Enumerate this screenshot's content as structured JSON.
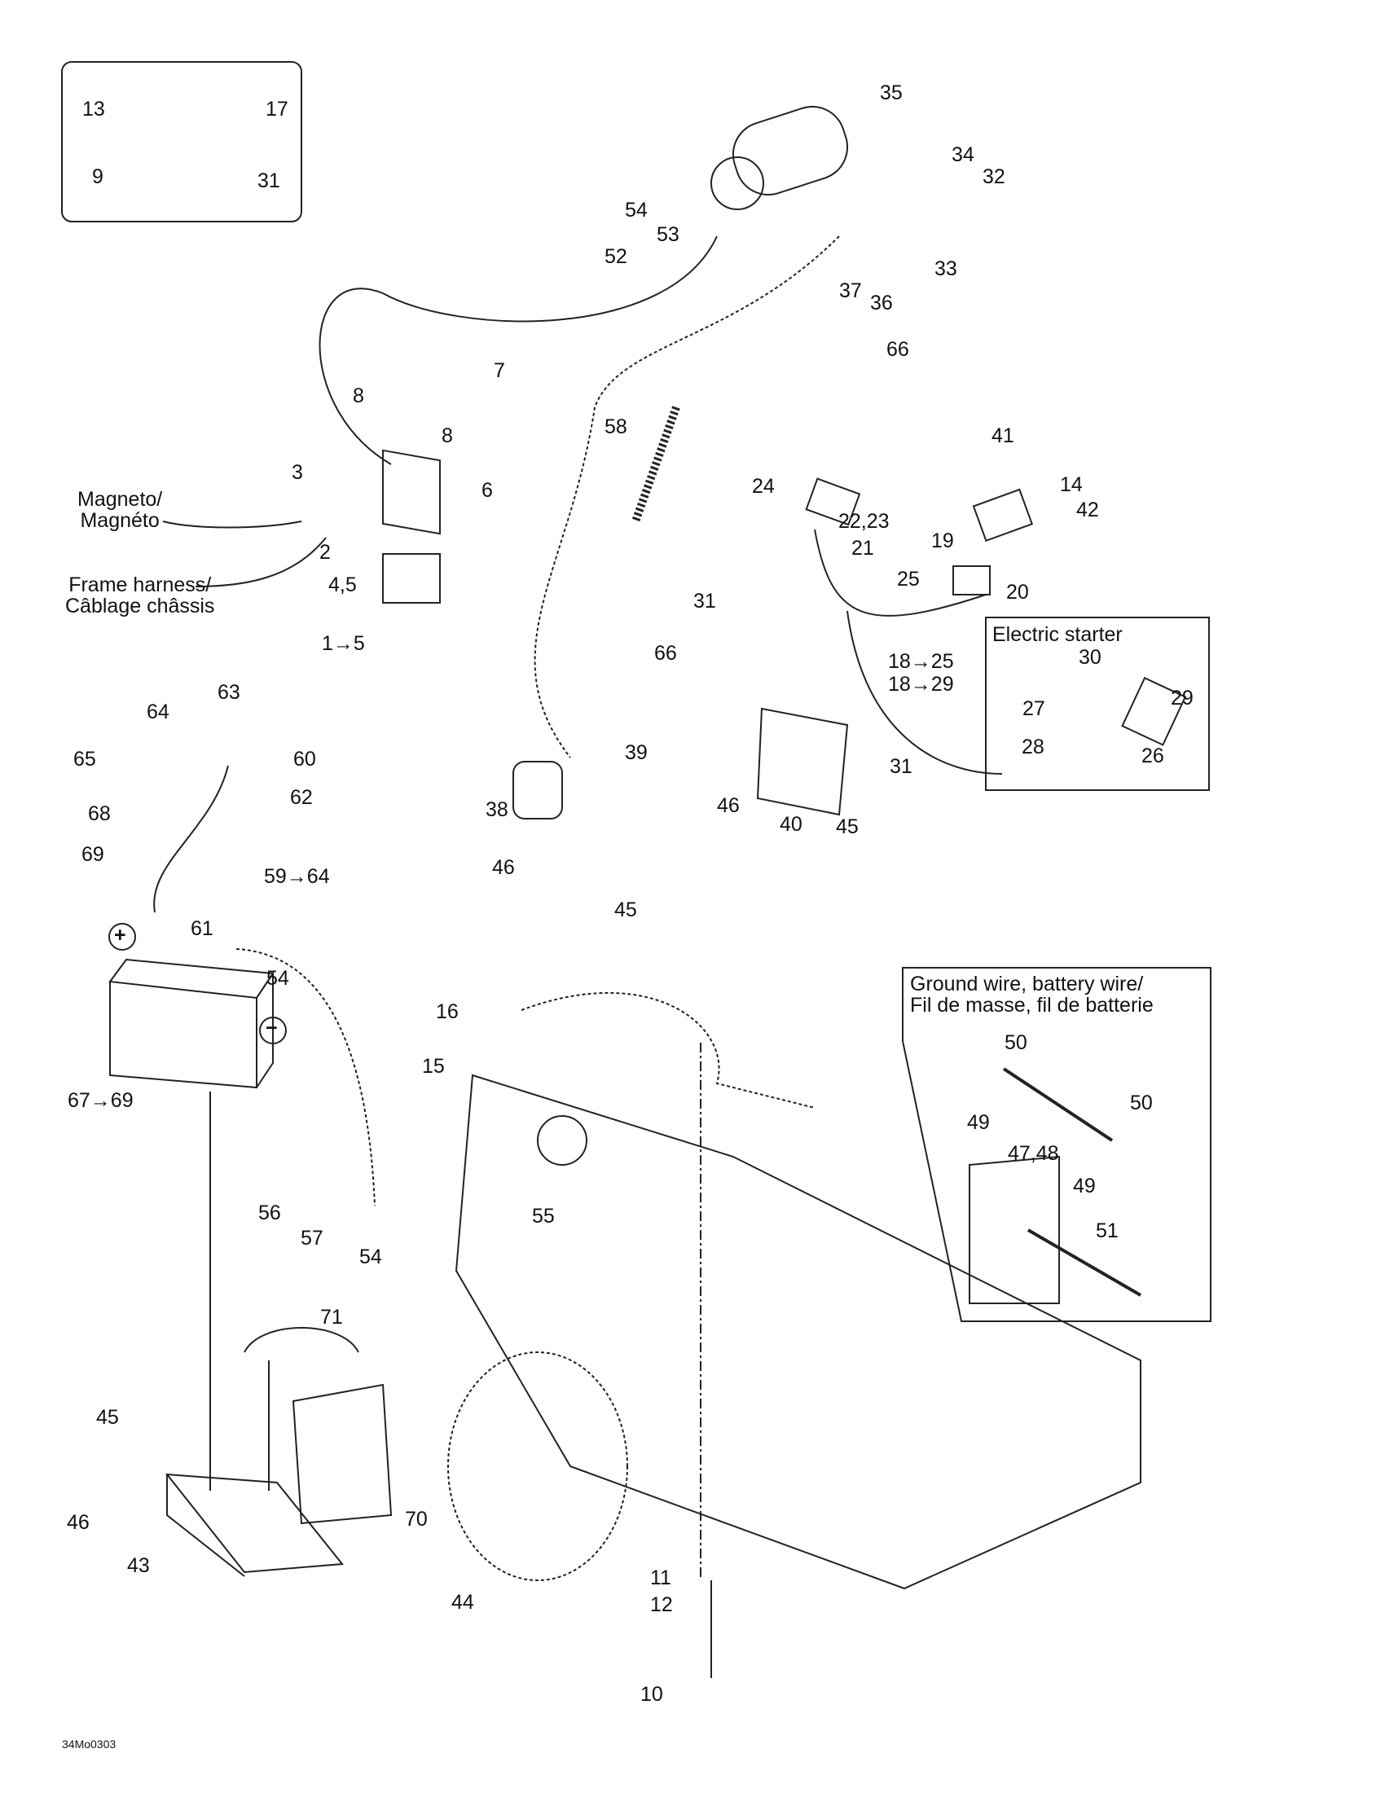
{
  "diagram": {
    "reference_code": "34Mo0303",
    "inset_hardware": {
      "labels": [
        "13",
        "17",
        "9",
        "31"
      ]
    },
    "callouts": {
      "magneto": "Magneto/\nMagnéto",
      "frame_harness": "Frame harness/\nCâblage châssis",
      "electric_starter": "Electric starter",
      "ground_wire": "Ground wire, battery wire/\nFil de masse, fil de batterie"
    },
    "part_labels": [
      {
        "id": "p35",
        "text": "35"
      },
      {
        "id": "p34",
        "text": "34"
      },
      {
        "id": "p32",
        "text": "32"
      },
      {
        "id": "p54a",
        "text": "54"
      },
      {
        "id": "p53",
        "text": "53"
      },
      {
        "id": "p52",
        "text": "52"
      },
      {
        "id": "p33",
        "text": "33"
      },
      {
        "id": "p37",
        "text": "37"
      },
      {
        "id": "p36",
        "text": "36"
      },
      {
        "id": "p66a",
        "text": "66"
      },
      {
        "id": "p7",
        "text": "7"
      },
      {
        "id": "p8a",
        "text": "8"
      },
      {
        "id": "p8b",
        "text": "8"
      },
      {
        "id": "p6",
        "text": "6"
      },
      {
        "id": "p3",
        "text": "3"
      },
      {
        "id": "p2",
        "text": "2"
      },
      {
        "id": "p45a",
        "text": "4,5"
      },
      {
        "id": "p1to5",
        "text": "1→5"
      },
      {
        "id": "p58",
        "text": "58"
      },
      {
        "id": "p41",
        "text": "41"
      },
      {
        "id": "p14",
        "text": "14"
      },
      {
        "id": "p42",
        "text": "42"
      },
      {
        "id": "p24",
        "text": "24"
      },
      {
        "id": "p2223",
        "text": "22,23"
      },
      {
        "id": "p21",
        "text": "21"
      },
      {
        "id": "p19",
        "text": "19"
      },
      {
        "id": "p20",
        "text": "20"
      },
      {
        "id": "p25",
        "text": "25"
      },
      {
        "id": "p18to25",
        "text": "18→25"
      },
      {
        "id": "p18to29",
        "text": "18→29"
      },
      {
        "id": "p30",
        "text": "30"
      },
      {
        "id": "p29",
        "text": "29"
      },
      {
        "id": "p27",
        "text": "27"
      },
      {
        "id": "p26",
        "text": "26"
      },
      {
        "id": "p28",
        "text": "28"
      },
      {
        "id": "p31a",
        "text": "31"
      },
      {
        "id": "p31b",
        "text": "31"
      },
      {
        "id": "p66b",
        "text": "66"
      },
      {
        "id": "p39",
        "text": "39"
      },
      {
        "id": "p38",
        "text": "38"
      },
      {
        "id": "p46a",
        "text": "46"
      },
      {
        "id": "p45b",
        "text": "45"
      },
      {
        "id": "p46b",
        "text": "46"
      },
      {
        "id": "p40",
        "text": "40"
      },
      {
        "id": "p45c",
        "text": "45"
      },
      {
        "id": "p63",
        "text": "63"
      },
      {
        "id": "p64",
        "text": "64"
      },
      {
        "id": "p60",
        "text": "60"
      },
      {
        "id": "p65",
        "text": "65"
      },
      {
        "id": "p62",
        "text": "62"
      },
      {
        "id": "p68",
        "text": "68"
      },
      {
        "id": "p69",
        "text": "69"
      },
      {
        "id": "p59to64",
        "text": "59→64"
      },
      {
        "id": "p61",
        "text": "61"
      },
      {
        "id": "p54b",
        "text": "54"
      },
      {
        "id": "p67to69",
        "text": "67→69"
      },
      {
        "id": "p16",
        "text": "16"
      },
      {
        "id": "p15",
        "text": "15"
      },
      {
        "id": "p56",
        "text": "56"
      },
      {
        "id": "p57",
        "text": "57"
      },
      {
        "id": "p54c",
        "text": "54"
      },
      {
        "id": "p55",
        "text": "55"
      },
      {
        "id": "p71",
        "text": "71"
      },
      {
        "id": "p45d",
        "text": "45"
      },
      {
        "id": "p46c",
        "text": "46"
      },
      {
        "id": "p43",
        "text": "43"
      },
      {
        "id": "p70",
        "text": "70"
      },
      {
        "id": "p44",
        "text": "44"
      },
      {
        "id": "p11",
        "text": "11"
      },
      {
        "id": "p12",
        "text": "12"
      },
      {
        "id": "p10",
        "text": "10"
      },
      {
        "id": "p50a",
        "text": "50"
      },
      {
        "id": "p49a",
        "text": "49"
      },
      {
        "id": "p50b",
        "text": "50"
      },
      {
        "id": "p4748",
        "text": "47,48"
      },
      {
        "id": "p49b",
        "text": "49"
      },
      {
        "id": "p51",
        "text": "51"
      }
    ],
    "polarity": {
      "positive": "+",
      "negative": "−"
    }
  }
}
